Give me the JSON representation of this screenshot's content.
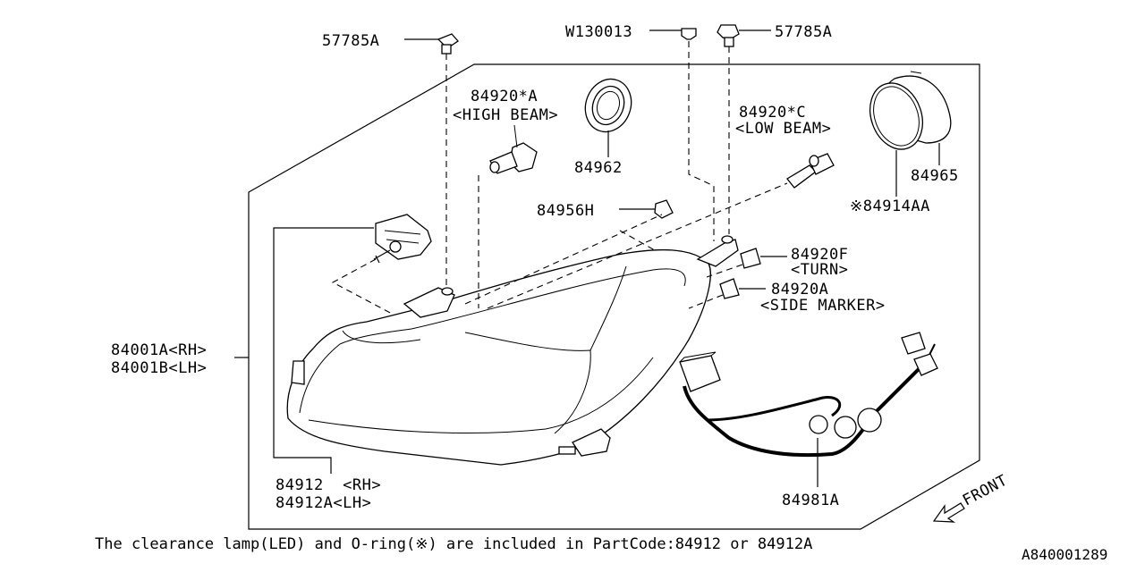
{
  "callouts": {
    "bolt_left": "57785A",
    "screw_w": "W130013",
    "bolt_right": "57785A",
    "high_beam_num": "84920*A",
    "high_beam_desc": "<HIGH BEAM>",
    "seal_84962": "84962",
    "low_beam_num": "84920*C",
    "low_beam_desc": "<LOW BEAM>",
    "cap_84965": "84965",
    "oring": "※84914AA",
    "plug_84956": "84956H",
    "turn_num": "84920F",
    "turn_desc": "<TURN>",
    "side_num": "84920A",
    "side_desc": "<SIDE MARKER>",
    "assy_rh": "84001A<RH>",
    "assy_lh": "84001B<LH>",
    "lamp_rh": "84912  <RH>",
    "lamp_lh": "84912A<LH>",
    "harness": "84981A",
    "front": "FRONT"
  },
  "footnote": "The clearance lamp(LED) and O-ring(※) are included in PartCode:84912 or 84912A",
  "figure_id": "A840001289",
  "icons": [
    "front-arrow-icon"
  ]
}
